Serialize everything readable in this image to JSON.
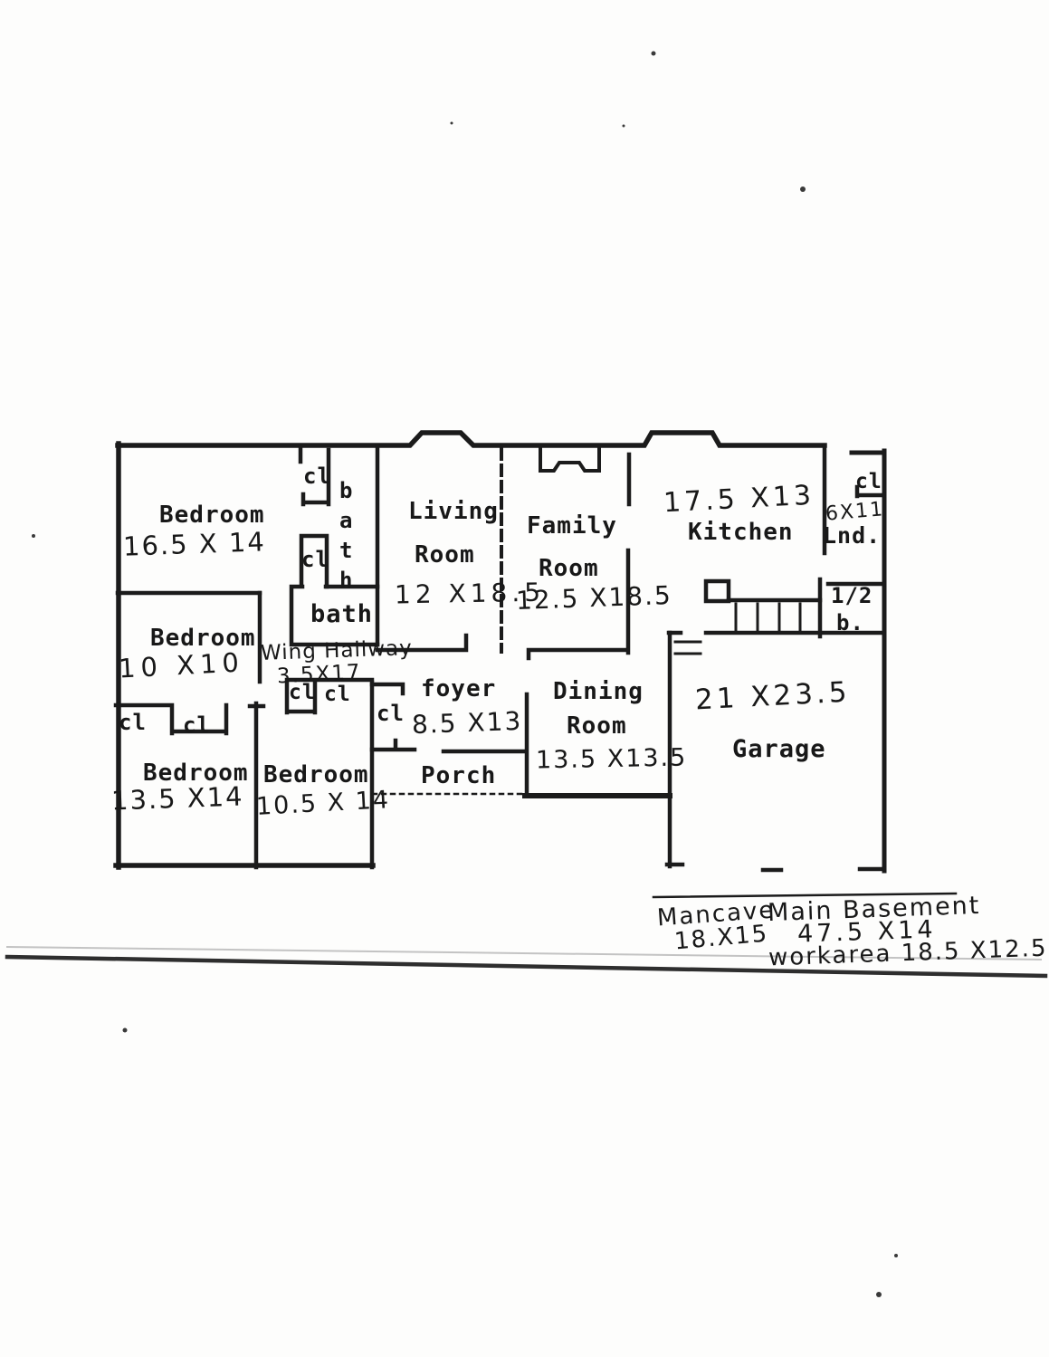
{
  "labels": {
    "closet": "cl"
  },
  "rooms": {
    "bedroom_main": {
      "name": "Bedroom",
      "dims": "16.5 X 14"
    },
    "bedroom_small": {
      "name": "Bedroom",
      "dims": "10 X10"
    },
    "bedroom_left": {
      "name": "Bedroom",
      "dims": "13.5 X14"
    },
    "bedroom_mid": {
      "name": "Bedroom",
      "dims": "10.5 X 14"
    },
    "living": {
      "name1": "Living",
      "name2": "Room",
      "dims": "12 X18.5"
    },
    "family": {
      "name1": "Family",
      "name2": "Room",
      "dims": "12.5 X18.5"
    },
    "kitchen": {
      "name": "Kitchen",
      "dims": "17.5 X13"
    },
    "laundry": {
      "name": "Lnd.",
      "dims": "6X11"
    },
    "half_bath": {
      "name1": "1/2",
      "name2": "b."
    },
    "bath_column": {
      "name": "bath"
    },
    "bath_hall": {
      "name": "bath"
    },
    "hallway": {
      "name": "Wing Hallway",
      "dims": "3.5X17"
    },
    "foyer": {
      "name": "foyer",
      "dims": "8.5 X13"
    },
    "porch": {
      "name": "Porch"
    },
    "dining": {
      "name1": "Dining",
      "name2": "Room",
      "dims": "13.5 X13.5"
    },
    "garage": {
      "name": "Garage",
      "dims": "21 X23.5"
    }
  },
  "basement_notes": {
    "mancave_name": "Mancave",
    "mancave_dims": "18.X15",
    "main_name": "Main Basement",
    "main_dims": "47.5 X14",
    "work_area": "workarea 18.5 X12.5"
  }
}
